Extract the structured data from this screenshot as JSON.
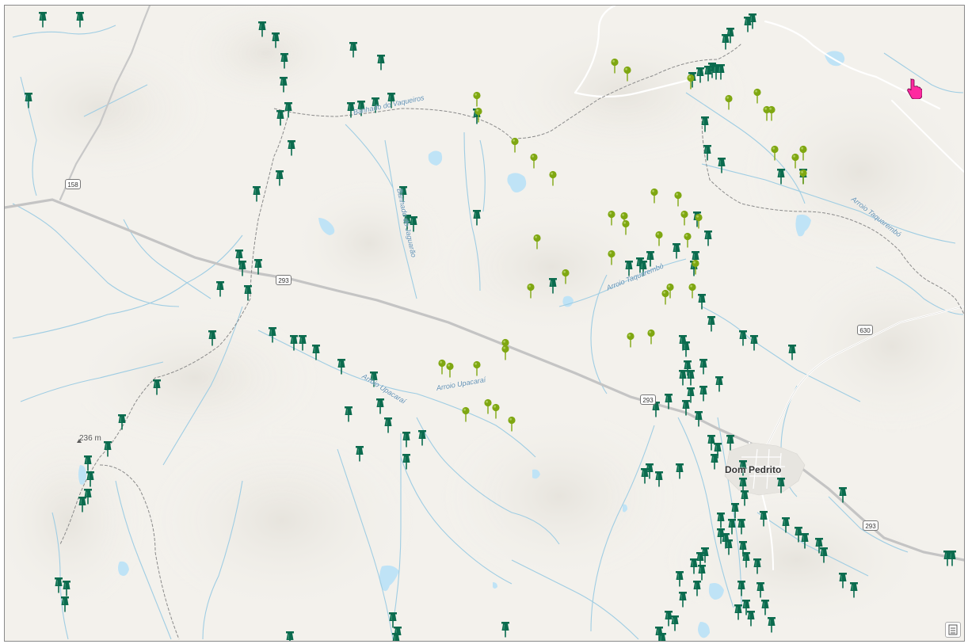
{
  "map": {
    "places": [
      {
        "name": "Dom Pedrito"
      }
    ],
    "peaks": [
      {
        "label": "236 m"
      }
    ],
    "shields": [
      {
        "label": "158"
      },
      {
        "label": "293"
      },
      {
        "label": "293"
      },
      {
        "label": "630"
      },
      {
        "label": "293"
      }
    ],
    "rivers": [
      {
        "label": "Arroio Upacaraí"
      },
      {
        "label": "Arroio Upacaraí"
      },
      {
        "label": "Arroio Taquarembó"
      },
      {
        "label": "Arroio Taquarembó"
      },
      {
        "label": "Banhado do Vaqueiros"
      },
      {
        "label": "Banhado do Jaguarão"
      }
    ],
    "marker_types": [
      {
        "symbol": "push-pin-icon",
        "color": "#0b6b4e"
      },
      {
        "symbol": "round-pin-icon",
        "color": "#7fa712"
      }
    ],
    "colors": {
      "land": "#f3f1ec",
      "water": "#bfe3f6",
      "stream": "#9fcde3",
      "road": "#c4c4c4",
      "boundary": "#8a8a8a",
      "cursor": "#ff2aa0"
    }
  }
}
